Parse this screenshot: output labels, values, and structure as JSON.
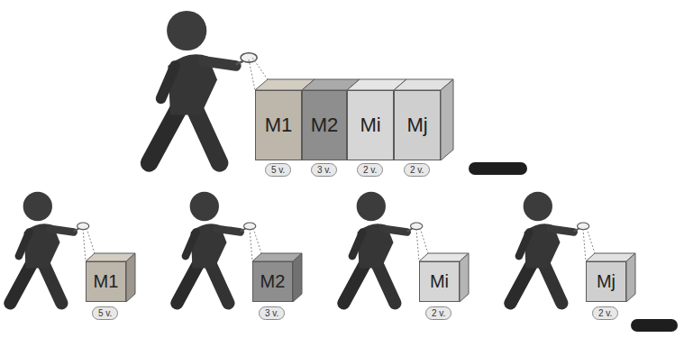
{
  "diagram": {
    "nodes": [
      {
        "text": [
          "M1"
        ]
      },
      {
        "text": [
          "M2"
        ]
      },
      {
        "text": [
          "Mi"
        ]
      },
      {
        "text": [
          "Mj"
        ]
      },
      {
        "text": [
          "5 v."
        ]
      },
      {
        "text": [
          "3 v."
        ]
      },
      {
        "text": [
          "2 v."
        ]
      },
      {
        "text": [
          "2 v."
        ]
      },
      {
        "text": [
          "M1"
        ]
      },
      {
        "text": [
          "M2"
        ]
      },
      {
        "text": [
          "Mi"
        ]
      },
      {
        "text": [
          "Mj"
        ]
      },
      {
        "text": [
          "5 v."
        ]
      },
      {
        "text": [
          "3 v."
        ]
      },
      {
        "text": [
          "2 v."
        ]
      },
      {
        "text": [
          "2 v."
        ]
      }
    ]
  }
}
